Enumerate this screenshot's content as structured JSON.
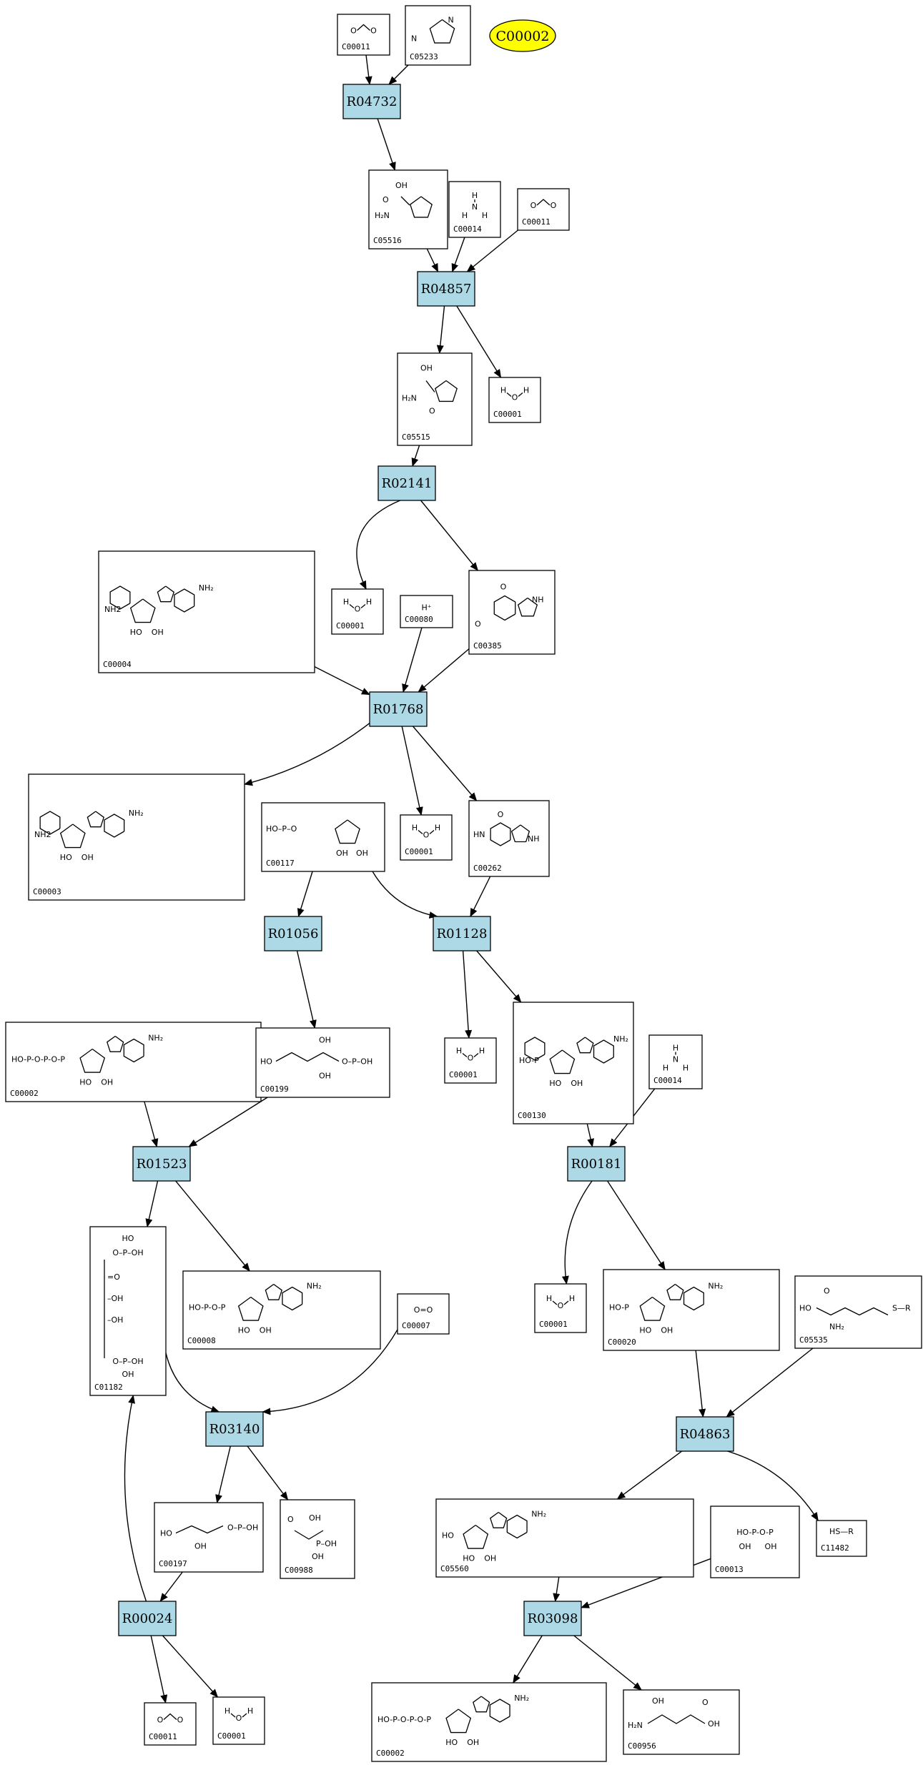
{
  "badge": {
    "label": "C00002",
    "color": "#ffff00"
  },
  "colors": {
    "reaction_fill": "#add8e6",
    "node_border": "#000000"
  },
  "reactions": [
    {
      "key": "R04732",
      "label": "R04732"
    },
    {
      "key": "R04857",
      "label": "R04857"
    },
    {
      "key": "R02141",
      "label": "R02141"
    },
    {
      "key": "R01768",
      "label": "R01768"
    },
    {
      "key": "R01056",
      "label": "R01056"
    },
    {
      "key": "R01128",
      "label": "R01128"
    },
    {
      "key": "R01523",
      "label": "R01523"
    },
    {
      "key": "R00181",
      "label": "R00181"
    },
    {
      "key": "R03140",
      "label": "R03140"
    },
    {
      "key": "R04863",
      "label": "R04863"
    },
    {
      "key": "R00024",
      "label": "R00024"
    },
    {
      "key": "R03098",
      "label": "R03098"
    }
  ],
  "compounds": [
    {
      "key": "c1",
      "id": "C00011",
      "formula": "O=C=O"
    },
    {
      "key": "c2",
      "id": "C05233",
      "formula": "N ring"
    },
    {
      "key": "c3",
      "id": "C05516",
      "formula": "H2N"
    },
    {
      "key": "c4",
      "id": "C00014",
      "formula": "H-N-H"
    },
    {
      "key": "c5",
      "id": "C00011",
      "formula": "O=C=O"
    },
    {
      "key": "c6",
      "id": "C05515",
      "formula": "H2N"
    },
    {
      "key": "c7",
      "id": "C00001",
      "formula": "H-O-H"
    },
    {
      "key": "c8",
      "id": "C00004",
      "formula": "NH2"
    },
    {
      "key": "c9",
      "id": "C00001",
      "formula": "H-O-H"
    },
    {
      "key": "c10",
      "id": "C00080",
      "formula": "H+"
    },
    {
      "key": "c11",
      "id": "C00385",
      "formula": "O"
    },
    {
      "key": "c12",
      "id": "C00003",
      "formula": "NH2"
    },
    {
      "key": "c13",
      "id": "C00117",
      "formula": "HO-P"
    },
    {
      "key": "c14",
      "id": "C00001",
      "formula": "H-O-H"
    },
    {
      "key": "c15",
      "id": "C00262",
      "formula": "HN"
    },
    {
      "key": "c16",
      "id": "C00002",
      "formula": "HO-P-O-P-O-P"
    },
    {
      "key": "c17",
      "id": "C00199",
      "formula": "HO"
    },
    {
      "key": "c18",
      "id": "C00001",
      "formula": "H-O-H"
    },
    {
      "key": "c19",
      "id": "C00130",
      "formula": "HO-P"
    },
    {
      "key": "c20",
      "id": "C00014",
      "formula": "H-N-H"
    },
    {
      "key": "c21",
      "id": "C01182",
      "formula": "HO-P-OH"
    },
    {
      "key": "c22",
      "id": "C00008",
      "formula": "HO-P-O-P"
    },
    {
      "key": "c23",
      "id": "C00007",
      "formula": "O=O"
    },
    {
      "key": "c24",
      "id": "C00001",
      "formula": "H-O-H"
    },
    {
      "key": "c25",
      "id": "C00020",
      "formula": "HO-P"
    },
    {
      "key": "c26",
      "id": "C05535",
      "formula": "HO"
    },
    {
      "key": "c27",
      "id": "C00197",
      "formula": "HO"
    },
    {
      "key": "c28",
      "id": "C00988",
      "formula": "OH"
    },
    {
      "key": "c29",
      "id": "C05560",
      "formula": "HO"
    },
    {
      "key": "c30",
      "id": "C00013",
      "formula": "HO-P-O-P"
    },
    {
      "key": "c31",
      "id": "C11482",
      "formula": "HS—R"
    },
    {
      "key": "c32",
      "id": "C00011",
      "formula": "O=C=O"
    },
    {
      "key": "c33",
      "id": "C00001",
      "formula": "H-O-H"
    },
    {
      "key": "c34",
      "id": "C00002",
      "formula": "HO-P-O-P-O-P"
    },
    {
      "key": "c35",
      "id": "C00956",
      "formula": "HO"
    }
  ]
}
